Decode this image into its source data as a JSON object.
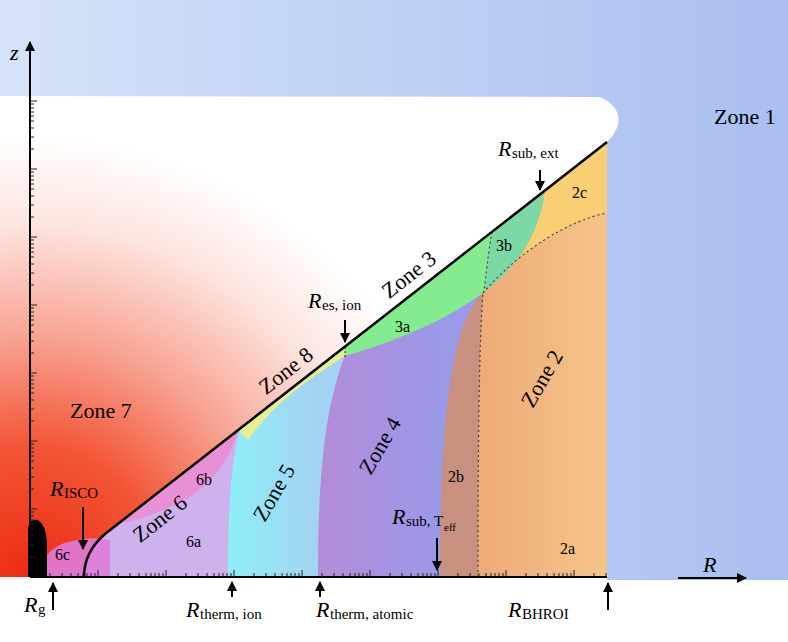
{
  "diagram": {
    "labels": [
      "z",
      "R",
      "Zone 1",
      "Zone 7",
      "R",
      "ISCO",
      "6c",
      "Zone 6",
      "6b",
      "6a",
      "Zone 8",
      "R",
      "es, ion",
      "Zone 5",
      "Zone 3",
      "3a",
      "3b",
      "R",
      "sub, ext",
      "2c",
      "Zone 4",
      "2b",
      "Zone 2",
      "2a",
      "R",
      "sub, T",
      "eff",
      "R",
      "g",
      "R",
      "therm, ion",
      "R",
      "therm, atomic",
      "R",
      "BHROI"
    ]
  }
}
